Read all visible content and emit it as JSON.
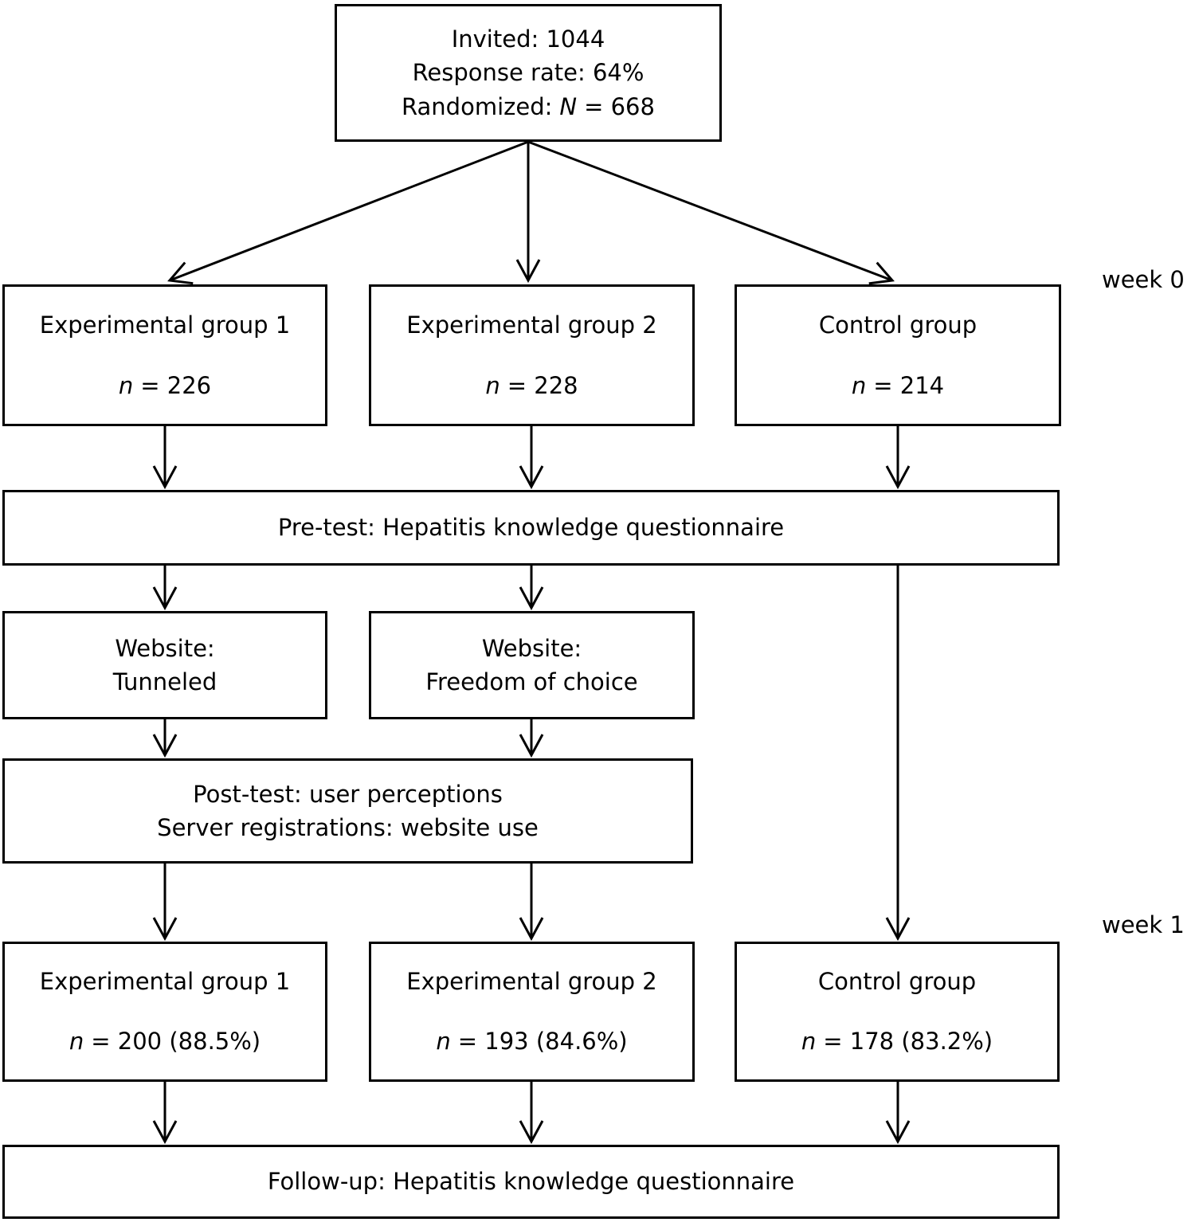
{
  "colors": {
    "line": "#000000",
    "background": "#ffffff",
    "text": "#000000"
  },
  "labels": {
    "week0": "week 0",
    "week1": "week 1"
  },
  "top_box": {
    "line1": "Invited: 1044",
    "line2": "Response rate: 64%",
    "line3_prefix": "Randomized:",
    "line3_var": "N",
    "line3_rest": "= 668"
  },
  "week0_groups": [
    {
      "title": "Experimental group 1",
      "n_var": "n",
      "n_rest": "= 226"
    },
    {
      "title": "Experimental group 2",
      "n_var": "n",
      "n_rest": "= 228"
    },
    {
      "title": "Control group",
      "n_var": "n",
      "n_rest": "= 214"
    }
  ],
  "pretest": {
    "text": "Pre-test: Hepatitis knowledge questionnaire"
  },
  "websites": [
    {
      "line1": "Website:",
      "line2": "Tunneled"
    },
    {
      "line1": "Website:",
      "line2": "Freedom of choice"
    }
  ],
  "posttest": {
    "line1": "Post-test: user perceptions",
    "line2": "Server registrations: website use"
  },
  "week1_groups": [
    {
      "title": "Experimental group 1",
      "n_var": "n",
      "n_rest": "= 200 (88.5%)"
    },
    {
      "title": "Experimental group 2",
      "n_var": "n",
      "n_rest": "= 193 (84.6%)"
    },
    {
      "title": "Control group",
      "n_var": "n",
      "n_rest": "= 178 (83.2%)"
    }
  ],
  "followup": {
    "text": "Follow-up: Hepatitis knowledge questionnaire"
  }
}
